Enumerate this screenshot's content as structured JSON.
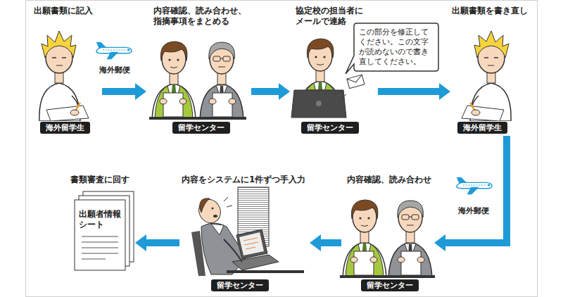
{
  "diagram": {
    "nodes": [
      {
        "text": [
          "出願書類に記入",
          "海外留学生"
        ]
      },
      {
        "text": [
          "内容確認、読み合わせ、指摘事項をまとめる",
          "留学センター"
        ]
      },
      {
        "text": [
          "協定校の担当者にメールで連絡",
          "留学センター"
        ]
      },
      {
        "text": [
          "この部分を修正してください。この文字が読めないので書き直してください。"
        ]
      },
      {
        "text": [
          "出願書類を書き直し",
          "海外留学生"
        ]
      },
      {
        "text": [
          "内容確認、読み合わせ",
          "留学センター"
        ]
      },
      {
        "text": [
          "内容をシステムに1件ずつ手入力",
          "留学センター"
        ]
      },
      {
        "text": [
          "書類審査に回す",
          "出願者情報シート"
        ]
      }
    ],
    "edges": [
      {
        "from": 0,
        "to": 1,
        "label": "海外郵便",
        "arrow": "to"
      },
      {
        "from": 1,
        "to": 2,
        "arrow": "to"
      },
      {
        "from": 2,
        "to": 4,
        "arrow": "to"
      },
      {
        "from": 4,
        "to": 5,
        "label": "海外郵便",
        "arrow": "to"
      },
      {
        "from": 5,
        "to": 6,
        "arrow": "to"
      },
      {
        "from": 6,
        "to": 7,
        "arrow": "to"
      }
    ]
  }
}
